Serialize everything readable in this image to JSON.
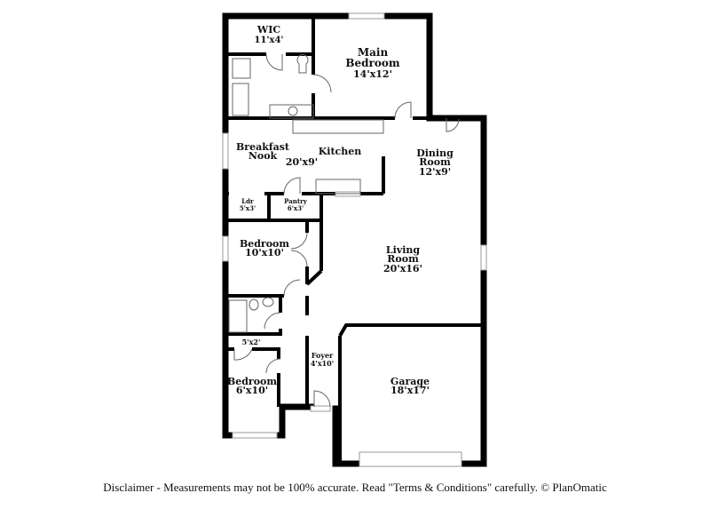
{
  "rooms": {
    "wic": {
      "name": "WIC",
      "size": "11'x4'"
    },
    "main_bedroom": {
      "name1": "Main",
      "name2": "Bedroom",
      "size": "14'x12'"
    },
    "breakfast_nook": {
      "name1": "Breakfast",
      "name2": "Nook"
    },
    "kitchen": {
      "name": "Kitchen",
      "size": "20'x9'"
    },
    "dining_room": {
      "name1": "Dining",
      "name2": "Room",
      "size": "12'x9'"
    },
    "laundry": {
      "name": "Ldr",
      "size": "5'x3'"
    },
    "pantry": {
      "name": "Pantry",
      "size": "6'x3'"
    },
    "bedroom_2": {
      "name": "Bedroom",
      "size": "10'x10'"
    },
    "living_room": {
      "name1": "Living",
      "name2": "Room",
      "size": "20'x16'"
    },
    "closet": {
      "size": "5'x2'"
    },
    "foyer": {
      "name": "Foyer",
      "size": "4'x10'"
    },
    "bedroom_3": {
      "name": "Bedroom",
      "size": "6'x10'"
    },
    "garage": {
      "name": "Garage",
      "size": "18'x17'"
    }
  },
  "disclaimer": "Disclaimer - Measurements may not be 100% accurate. Read \"Terms & Conditions\" carefully. © PlanOmatic"
}
